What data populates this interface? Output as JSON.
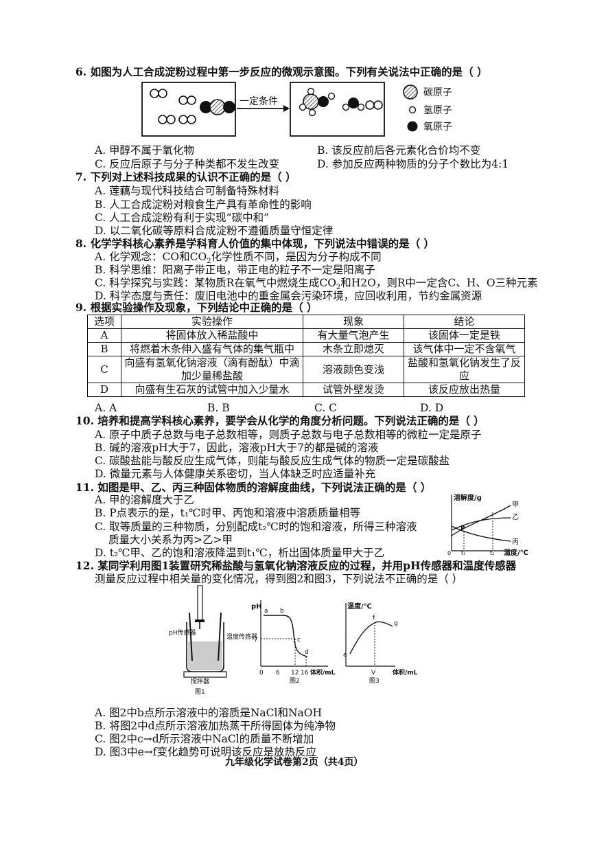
{
  "q6": {
    "stem": "6. 如图为人工合成淀粉过程中第一步反应的微观示意图。下列有关说法中正确的是（   ）",
    "condition": "一定条件",
    "legend": [
      "碳原子",
      "氢原子",
      "氧原子"
    ],
    "A": "A. 甲醇不属于氧化物",
    "B": "B. 该反应前后各元素化合价均不变",
    "C": "C. 反应后原子与分子种类都不发生改变",
    "D": "D. 参加反应两种物质的分子个数比为4:1"
  },
  "q7": {
    "stem": "7. 下列对上述科技成果的认识不正确的是（   ）",
    "A": "A. 莲藕与现代科技结合可制备特殊材料",
    "B": "B. 人工合成淀粉对粮食生产具有革命性的影响",
    "C": "C. 人工合成淀粉有利于实现“碳中和”",
    "D": "D. 以二氧化碳等原料合成淀粉不遵循质量守恒定律"
  },
  "q8": {
    "stem": "8. 化学学科核心素养是学科育人价值的集中体现，下列说法中错误的是（   ）",
    "A_pre": "A. 化学观念：CO和CO",
    "A_post": "化学性质不同，是因为分子构成不同",
    "B": "B. 科学思维：阳离子带正电，带正电的粒子不一定是阳离子",
    "C_pre": "C. 科学探究与实践：某物质R在氧气中燃烧生成CO",
    "C_post": "和H2O，则R中一定含C、H、O三种元素",
    "D": "D. 科学态度与责任：废旧电池中的重金属会污染环境，应回收利用，节约金属资源",
    "sub2": "2"
  },
  "q9": {
    "stem": "9. 根据实验操作及现象，下列结论中正确的是（   ）",
    "headers": [
      "选项",
      "实验操作",
      "现象",
      "结论"
    ],
    "rows": [
      [
        "A",
        "将固体放入稀盐酸中",
        "有大量气泡产生",
        "该固体一定是铁"
      ],
      [
        "B",
        "将燃着木条伸入盛有气体的集气瓶中",
        "木条立即熄灭",
        "该气体中一定不含氧气"
      ],
      [
        "C",
        "向盛有氢氧化钠溶液（滴有酚酞）中滴加少量稀盐酸",
        "溶液颜色变浅",
        "盐酸和氢氧化钠发生了反应"
      ],
      [
        "D",
        "向盛有生石灰的试管中加入少量水",
        "试管外壁发烫",
        "该反应放出热量"
      ]
    ],
    "opts": [
      "A. A",
      "B. B",
      "C. C",
      "D. D"
    ]
  },
  "q10": {
    "stem": "10. 培养和提高学科核心素养，要学会从化学的角度分析问题。下列说法正确的是（   ）",
    "A": "A. 原子中质子总数与电子总数相等，则质子总数与电子总数相等的微粒一定是原子",
    "B": "B. 碱的溶液pH大于7，因此，溶液pH大于7的都是碱的溶液",
    "C": "C. 碳酸盐能与酸反应生成气体，则能与酸反应生成气体的物质一定是碳酸盐",
    "D": "D. 微量元素与人体健康关系密切，当人体缺乏时应适量补充"
  },
  "q11": {
    "stem": "11. 如图是甲、乙、丙三种固体物质的溶解度曲线，下列说法正确的是（   ）",
    "A": "A. 甲的溶解度大于乙",
    "B": "B. P点表示的是，t₁℃时甲、丙饱和溶液中溶质质量相等",
    "C1": "C. 取等质量的三种物质，分别配成t₂℃时的饱和溶液，所得三种溶液",
    "C2": "质量大小关系为丙>乙>甲",
    "D": "D. t₂℃甲、乙的饱和溶液降温到t₁℃，析出固体质量甲大于乙",
    "graph": {
      "ylabel": "溶解度/g",
      "xlabel": "温度/℃",
      "series": [
        "甲",
        "乙",
        "丙"
      ],
      "point": "P",
      "ticks": [
        "0",
        "t₁",
        "t₂"
      ]
    }
  },
  "q12": {
    "stem1": "12. 某同学利用图1装置研究稀盐酸与氢氧化钠溶液反应的过程，并用pH传感器和温度传感器",
    "stem2": "测量反应过程中相关量的变化情况，得到图2和图3，下列说法不正确的是（   ）",
    "fig1": {
      "left": "pH传感器",
      "right": "温度传感器",
      "bottom": "搅拌器",
      "caption": "图1"
    },
    "fig2": {
      "ylabel": "pH",
      "xlabel": "体积/mL",
      "ticks": [
        "0",
        "6",
        "12",
        "16"
      ],
      "ytick": "7",
      "points": [
        "a",
        "b",
        "c",
        "d"
      ],
      "caption": "图2"
    },
    "fig3": {
      "ylabel": "温度/℃",
      "xlabel": "体积/mL",
      "xtick": "V",
      "points": [
        "e",
        "f",
        "g"
      ],
      "caption": "图3"
    },
    "A": "A. 图2中b点所示溶液中的溶质是NaCl和NaOH",
    "B": "B. 将图2中d点所示溶液加热蒸干所得固体为纯净物",
    "C": "C. 图2中c→d所示溶液中NaCl的质量不断增加",
    "D": "D. 图3中e→f变化趋势可说明该反应是放热反应"
  },
  "footer": "九年级化学试卷第2页（共4页）"
}
